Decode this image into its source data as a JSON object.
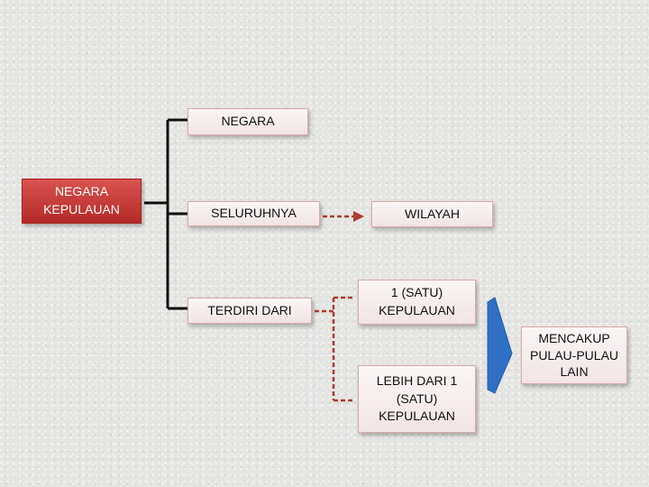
{
  "nodes": {
    "negara_kepulauan": "NEGARA KEPULAUAN",
    "negara": "NEGARA",
    "seluruhnya": "SELURUHNYA",
    "wilayah": "WILAYAH",
    "terdiri_dari": "TERDIRI DARI",
    "satu_kepulauan": "1 (SATU) KEPULAUAN",
    "lebih_dari_satu": "LEBIH DARI 1 (SATU) KEPULAUAN",
    "mencakup": "MENCAKUP PULAU-PULAU LAIN"
  },
  "colors": {
    "root_fill": "#c0312d",
    "box_border": "#d9a9a9",
    "bracket": "#111111",
    "dashed_connector": "#b03a30",
    "arrow_blue": "#2f6fc4"
  }
}
